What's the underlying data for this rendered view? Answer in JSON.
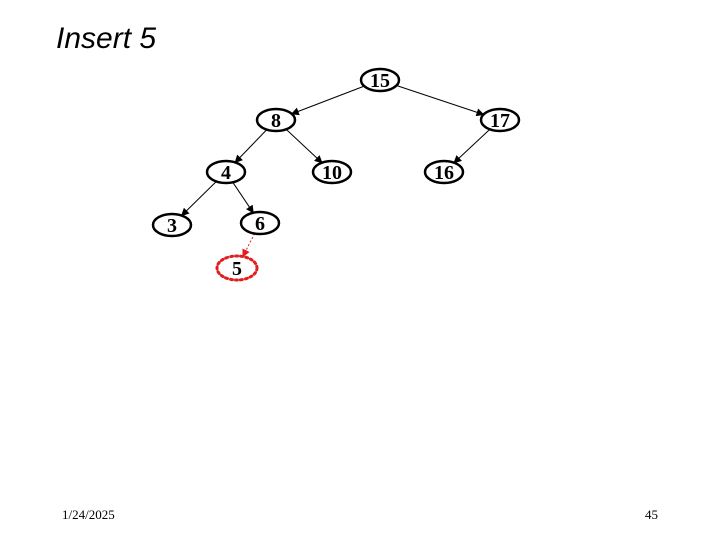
{
  "slide": {
    "title": "Insert 5",
    "date": "1/24/2025",
    "page_number": "45"
  },
  "tree": {
    "nodes": {
      "n15": {
        "label": "15",
        "style": "normal"
      },
      "n8": {
        "label": "8",
        "style": "normal"
      },
      "n17": {
        "label": "17",
        "style": "normal"
      },
      "n4": {
        "label": "4",
        "style": "normal"
      },
      "n10": {
        "label": "10",
        "style": "normal"
      },
      "n16": {
        "label": "16",
        "style": "normal"
      },
      "n3": {
        "label": "3",
        "style": "normal"
      },
      "n6": {
        "label": "6",
        "style": "normal"
      },
      "n5": {
        "label": "5",
        "style": "inserted"
      }
    },
    "edges": [
      {
        "from": "n15",
        "to": "n8",
        "style": "normal"
      },
      {
        "from": "n15",
        "to": "n17",
        "style": "normal"
      },
      {
        "from": "n8",
        "to": "n4",
        "style": "normal"
      },
      {
        "from": "n8",
        "to": "n10",
        "style": "normal"
      },
      {
        "from": "n17",
        "to": "n16",
        "style": "normal"
      },
      {
        "from": "n4",
        "to": "n3",
        "style": "normal"
      },
      {
        "from": "n4",
        "to": "n6",
        "style": "normal"
      },
      {
        "from": "n6",
        "to": "n5",
        "style": "inserted"
      }
    ],
    "colors": {
      "normal": "#000000",
      "inserted": "#e02020"
    }
  }
}
